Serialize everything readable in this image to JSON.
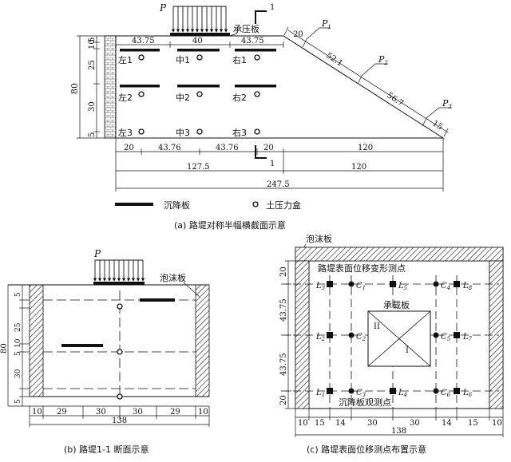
{
  "common": {
    "load": "P",
    "foam_board": "泡沫板",
    "section_mark": "1"
  },
  "panel_a": {
    "caption": "(a) 路堤对称半幅横截面示意",
    "bearing_plate": "承压板",
    "legend_settlement_plate": "沉降板",
    "legend_pressure_cell": "土压力盒",
    "top_dims": [
      "43.75",
      "40",
      "43.75"
    ],
    "left_total": "80",
    "left_dims": [
      "5",
      "10",
      "25",
      "30",
      "5"
    ],
    "bottom_dims_row1": [
      "20",
      "43.76",
      "43.76",
      "20",
      "120"
    ],
    "bottom_dims_row2": [
      "127.5",
      "120"
    ],
    "bottom_total": "247.5",
    "cells": [
      "左1",
      "中1",
      "右1",
      "左2",
      "中2",
      "右2",
      "左3",
      "中3",
      "右3"
    ],
    "slope_dims": [
      "20",
      "52.1",
      "56.7",
      "15"
    ],
    "slope_points": [
      "P",
      "1",
      "P",
      "2",
      "P",
      "3"
    ]
  },
  "panel_b": {
    "caption": "(b) 路堤1-1 断面示意",
    "left_total": "80",
    "left_dims": [
      "5",
      "25",
      "10",
      "5",
      "30",
      "5"
    ],
    "bottom_dims": [
      "10",
      "29",
      "30",
      "30",
      "29",
      "10"
    ],
    "bottom_total": "138"
  },
  "panel_c": {
    "caption": "(c) 路堤表面位移测点布置示意",
    "surface_points_title": "路堤表面位移变形测点",
    "bearing_plate": "承载板",
    "settlement_points_title": "沉降板观测点",
    "zone_I": "I",
    "zone_II": "II",
    "left_dims": [
      "20",
      "43.75",
      "43.75",
      "20"
    ],
    "bottom_dims": [
      "10",
      "15",
      "14",
      "30",
      "30",
      "14",
      "15",
      "10"
    ],
    "bottom_total": "138",
    "points_row1": [
      "L",
      "3",
      "C",
      "1",
      "L",
      "5",
      "C",
      "4",
      "L",
      "8"
    ],
    "points_row2": [
      "L",
      "2",
      "C",
      "2",
      "C",
      "5",
      "L",
      "7"
    ],
    "points_row3": [
      "L",
      "1",
      "C",
      "3",
      "L",
      "4",
      "C",
      "6",
      "L",
      "6"
    ]
  }
}
